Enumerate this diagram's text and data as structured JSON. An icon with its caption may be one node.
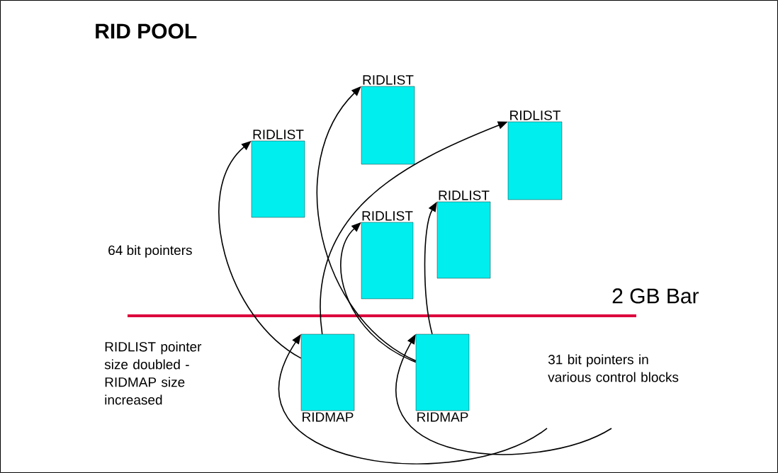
{
  "diagram": {
    "title": "RID POOL",
    "nodes": [
      {
        "text": [
          "RIDLIST"
        ]
      },
      {
        "text": [
          "RIDLIST"
        ]
      },
      {
        "text": [
          "RIDLIST"
        ]
      },
      {
        "text": [
          "RIDLIST"
        ]
      },
      {
        "text": [
          "RIDLIST"
        ]
      },
      {
        "text": [
          "RIDMAP"
        ]
      },
      {
        "text": [
          "RIDMAP"
        ]
      }
    ],
    "edges": [
      {
        "from": 5,
        "to": 2,
        "arrow": "to"
      },
      {
        "from": 6,
        "to": 0,
        "arrow": "to"
      },
      {
        "from": 5,
        "to": 1,
        "arrow": "to"
      },
      {
        "from": 6,
        "to": 4,
        "arrow": "to"
      },
      {
        "from": 6,
        "to": 3,
        "arrow": "to"
      },
      {
        "from": null,
        "to": 5,
        "arrow": "to"
      },
      {
        "from": null,
        "to": 6,
        "arrow": "to"
      }
    ],
    "labels": [
      "64 bit pointers",
      "2 GB Bar",
      "RIDLIST pointer size doubled - RIDMAP size increased",
      "31 bit pointers in various control blocks"
    ]
  }
}
